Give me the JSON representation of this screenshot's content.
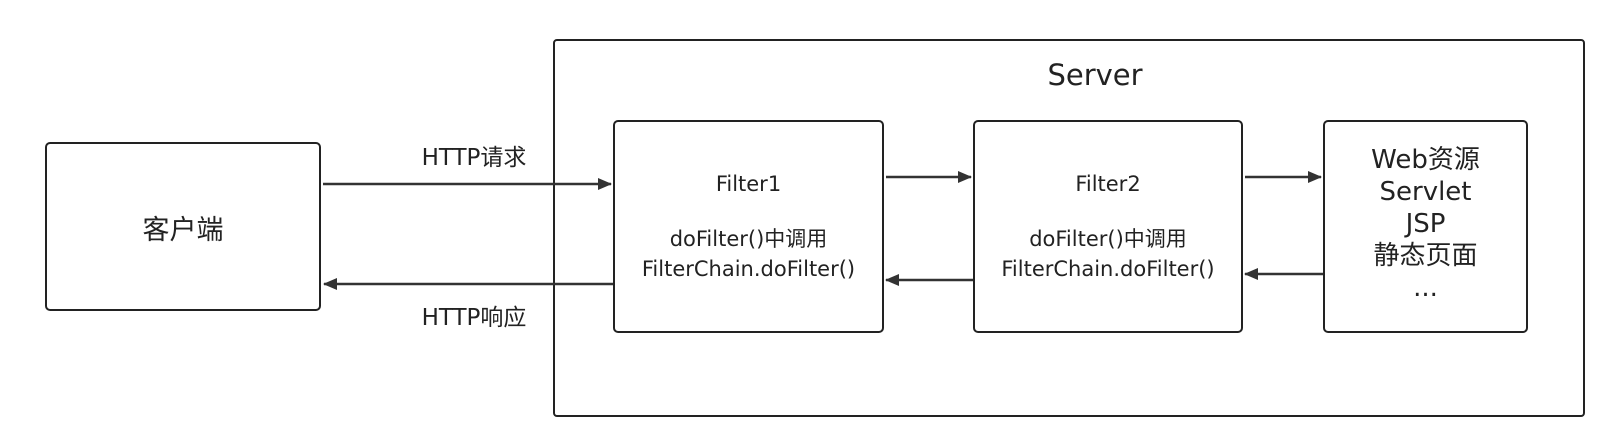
{
  "server": {
    "title": "Server"
  },
  "client": {
    "label": "客户端"
  },
  "filter1": {
    "name": "Filter1",
    "desc_line1": "doFilter()中调用",
    "desc_line2": "FilterChain.doFilter()"
  },
  "filter2": {
    "name": "Filter2",
    "desc_line1": "doFilter()中调用",
    "desc_line2": "FilterChain.doFilter()"
  },
  "web_resources": {
    "lines": [
      "Web资源",
      "Servlet",
      "JSP",
      "静态页面",
      "..."
    ]
  },
  "arrows": {
    "request_label": "HTTP请求",
    "response_label": "HTTP响应"
  },
  "colors": {
    "line": "#333333",
    "text": "#222222"
  }
}
